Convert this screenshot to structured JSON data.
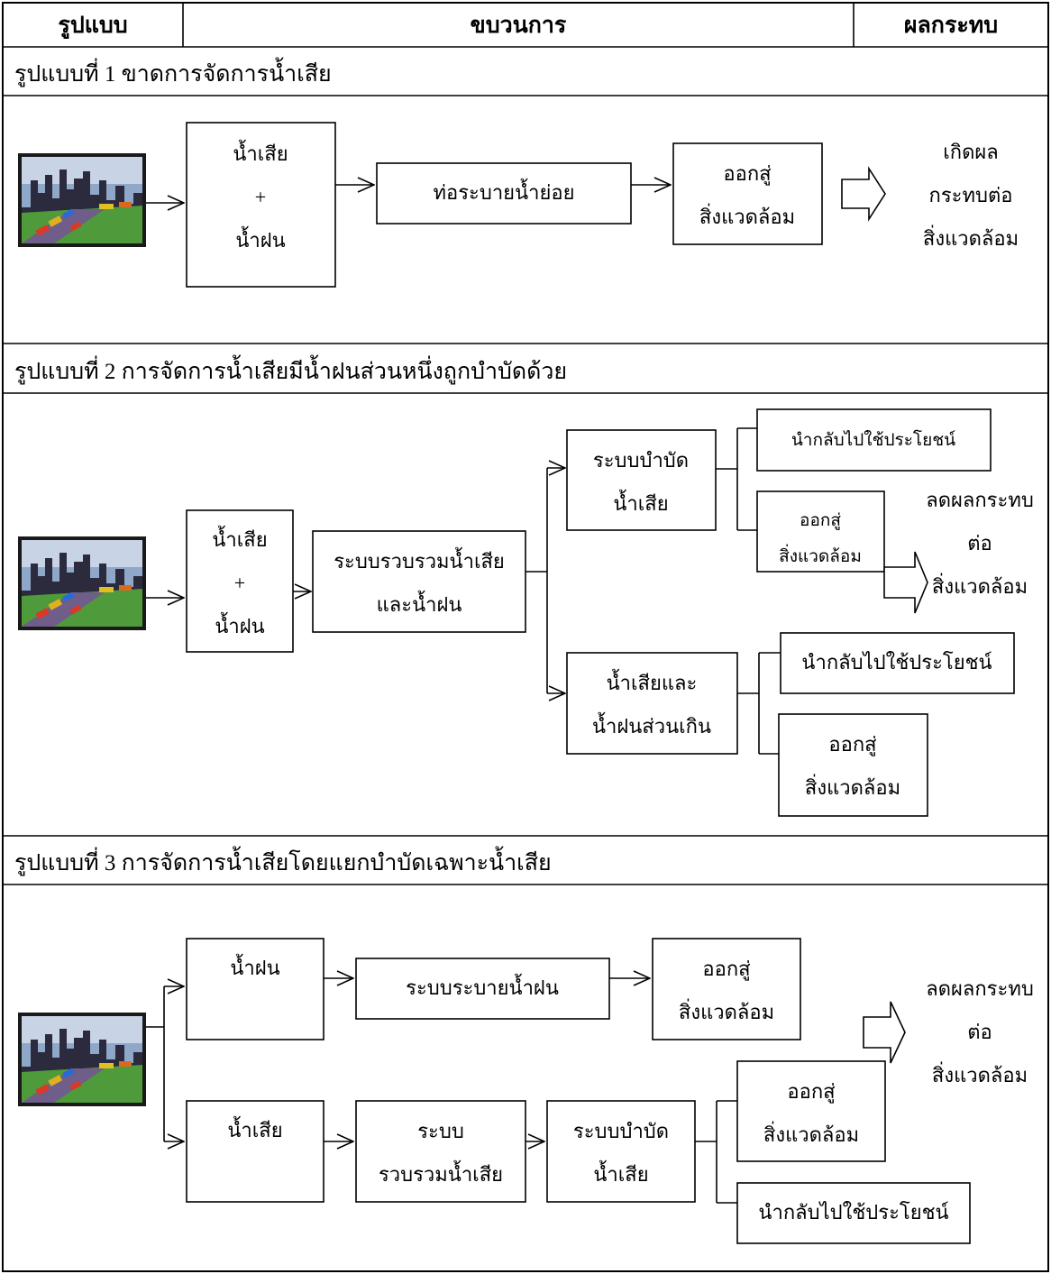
{
  "header": {
    "col1": "รูปแบบ",
    "col2": "ขบวนการ",
    "col3": "ผลกระทบ"
  },
  "section1": {
    "title": "รูปแบบที่ 1 ขาดการจัดการน้ำเสีย",
    "input_l1": "น้ำเสีย",
    "input_plus": "+",
    "input_l2": "น้ำฝน",
    "drain": "ท่อระบายน้ำย่อย",
    "out_l1": "ออกสู่",
    "out_l2": "สิ่งแวดล้อม",
    "impact_l1": "เกิดผล",
    "impact_l2": "กระทบต่อ",
    "impact_l3": "สิ่งแวดล้อม"
  },
  "section2": {
    "title": "รูปแบบที่ 2 การจัดการน้ำเสียมีน้ำฝนส่วนหนึ่งถูกบำบัดด้วย",
    "input_l1": "น้ำเสีย",
    "input_plus": "+",
    "input_l2": "น้ำฝน",
    "collect_l1": "ระบบรวบรวมน้ำเสีย",
    "collect_l2": "และน้ำฝน",
    "treat_l1": "ระบบบำบัด",
    "treat_l2": "น้ำเสีย",
    "reuse_top": "นำกลับไปใช้ประโยชน์",
    "out_top_l1": "ออกสู่",
    "out_top_l2": "สิ่งแวดล้อม",
    "excess_l1": "น้ำเสียและ",
    "excess_l2": "น้ำฝนส่วนเกิน",
    "reuse_bottom": "นำกลับไปใช้ประโยชน์",
    "out_bottom_l1": "ออกสู่",
    "out_bottom_l2": "สิ่งแวดล้อม",
    "impact_l1": "ลดผลกระทบ",
    "impact_l2": "ต่อ",
    "impact_l3": "สิ่งแวดล้อม"
  },
  "section3": {
    "title": "รูปแบบที่ 3 การจัดการน้ำเสียโดยแยกบำบัดเฉพาะน้ำเสีย",
    "rain": "น้ำฝน",
    "rain_drain": "ระบบระบายน้ำฝน",
    "out_top_l1": "ออกสู่",
    "out_top_l2": "สิ่งแวดล้อม",
    "waste": "น้ำเสีย",
    "collect_l1": "ระบบ",
    "collect_l2": "รวบรวมน้ำเสีย",
    "treat_l1": "ระบบบำบัด",
    "treat_l2": "น้ำเสีย",
    "out_bottom_l1": "ออกสู่",
    "out_bottom_l2": "สิ่งแวดล้อม",
    "reuse": "นำกลับไปใช้ประโยชน์",
    "impact_l1": "ลดผลกระทบ",
    "impact_l2": "ต่อ",
    "impact_l3": "สิ่งแวดล้อม"
  }
}
